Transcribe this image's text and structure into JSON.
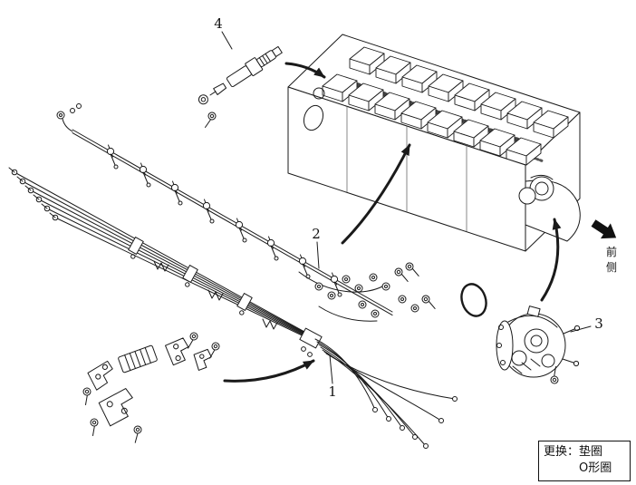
{
  "diagram": {
    "callouts": {
      "injection_pipe_bundle": "1",
      "fuel_pipe_assembly": "2",
      "injection_pump": "3",
      "injector": "4"
    },
    "direction_label": "前侧",
    "note_box": {
      "line1": "更换：垫圈",
      "line2": "O形圈"
    },
    "colors": {
      "ink": "#1a1a1a",
      "background": "#ffffff"
    }
  }
}
